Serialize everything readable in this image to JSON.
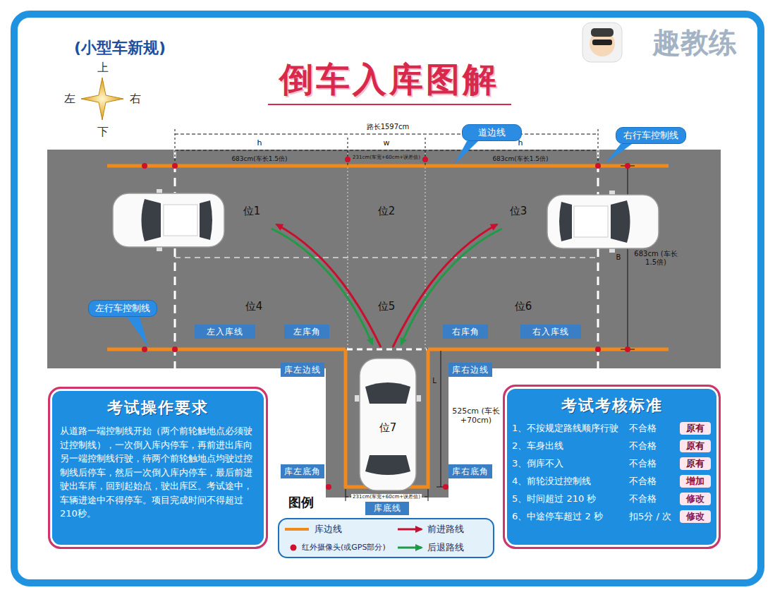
{
  "diagram": {
    "title": "倒车入库图解",
    "nodes": [
      {
        "text": [
          "道边线"
        ]
      },
      {
        "text": [
          "右行车控制线"
        ]
      },
      {
        "text": [
          "左行车控制线"
        ]
      },
      {
        "text": [
          "左入库线"
        ]
      },
      {
        "text": [
          "左库角"
        ]
      },
      {
        "text": [
          "右库角"
        ]
      },
      {
        "text": [
          "右入库线"
        ]
      },
      {
        "text": [
          "库左边线"
        ]
      },
      {
        "text": [
          "库右边线"
        ]
      },
      {
        "text": [
          "库左底角"
        ]
      },
      {
        "text": [
          "库右底角"
        ]
      },
      {
        "text": [
          "库底线"
        ]
      },
      {
        "text": [
          "考试操作要求",
          "从道路一端控制线开始（两个前轮触地点必须驶过控制线），一次倒入库内停车，再前进出库向另一端控制线行驶，待两个前轮触地点均驶过控制线后停车，然后一次倒入库内停车，最后前进驶出车库，回到起始点，驶出库区。考试途中，车辆进途中不得停车。项目完成时间不得超过210秒。"
        ]
      },
      {
        "text": [
          "考试考核标准",
          "1、不按规定路线顺序行驶",
          "不合格",
          "原有",
          "2、车身出线",
          "不合格",
          "原有",
          "3、倒库不入",
          "不合格",
          "原有",
          "4、前轮没过控制线",
          "不合格",
          "增加",
          "5、时间超过 210 秒",
          "不合格",
          "修改",
          "6、中途停车超过 2 秒",
          "扣5分 / 次",
          "修改"
        ]
      }
    ],
    "labels": [
      "(小型车新规)",
      "上",
      "下",
      "左",
      "右",
      "趣教练",
      "路长1597cm",
      "h",
      "683cm(车长1.5倍)",
      "w",
      "231cm(车宽+60cm+误差值)",
      "h",
      "683cm(车长1.5倍)",
      "位1",
      "位2",
      "位3",
      "B",
      "683cm (车长1.5倍)",
      "位4",
      "位5",
      "位6",
      "位7",
      "L",
      "525cm (车长+70cm)",
      "231cm(车宽+60cm+误差值)",
      "图例"
    ],
    "legend": [
      {
        "text": "库边线"
      },
      {
        "text": "前进路线"
      },
      {
        "text": "红外摄像头(或GPS部分)"
      },
      {
        "text": "后退路线"
      }
    ]
  }
}
